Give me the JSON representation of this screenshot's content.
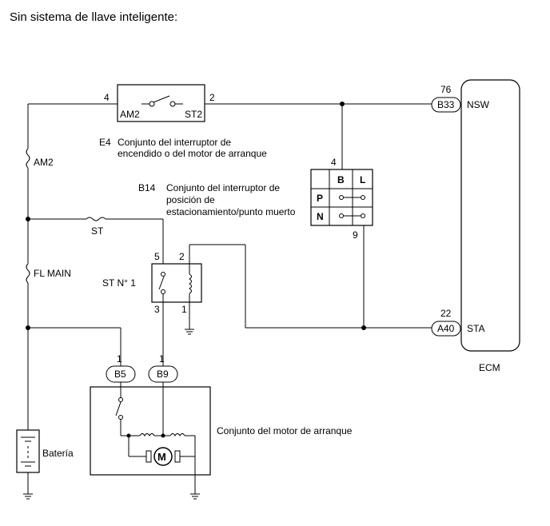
{
  "title": "Sin sistema de llave inteligente:",
  "ignition_switch": {
    "code": "E4",
    "name_line1": "Conjunto del interruptor de",
    "name_line2": "encendido o del motor de arranque",
    "terminal_am2": "AM2",
    "terminal_st2": "ST2",
    "pin_left": "4",
    "pin_right": "2"
  },
  "park_neutral_switch": {
    "code": "B14",
    "name_line1": "Conjunto del interruptor de",
    "name_line2": "posición de",
    "name_line3": "estacionamiento/punto muerto",
    "col_b": "B",
    "col_l": "L",
    "row_p": "P",
    "row_n": "N",
    "pin_top": "4",
    "pin_bottom": "9"
  },
  "fuses": {
    "am2": "AM2",
    "st": "ST",
    "fl_main": "FL MAIN"
  },
  "relay": {
    "name": "ST N° 1",
    "pin5": "5",
    "pin2": "2",
    "pin3": "3",
    "pin1": "1"
  },
  "ecm": {
    "name": "ECM",
    "conn_b33": "B33",
    "pin_b33": "76",
    "term_nsw": "NSW",
    "conn_a40": "A40",
    "pin_a40": "22",
    "term_sta": "STA"
  },
  "starter": {
    "name": "Conjunto del motor de arranque",
    "conn_b5": "B5",
    "pin_b5": "1",
    "conn_b9": "B9",
    "pin_b9": "1",
    "motor_symbol": "M"
  },
  "battery": {
    "name": "Batería"
  }
}
